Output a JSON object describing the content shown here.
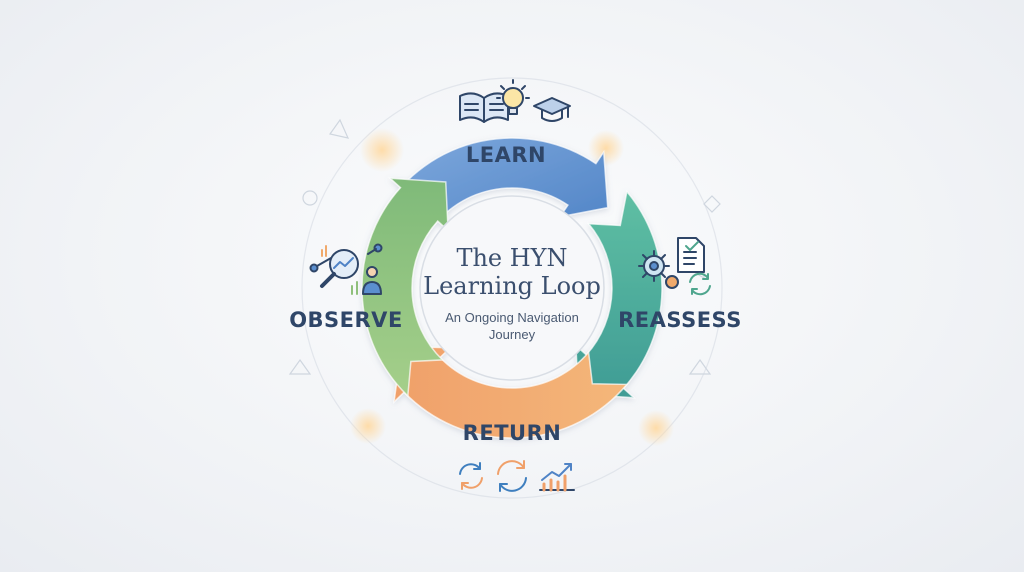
{
  "center": {
    "title_line1": "The HYN",
    "title_line2": "Learning Loop",
    "subtitle_line1": "An Ongoing Navigation",
    "subtitle_line2": "Journey"
  },
  "stages": {
    "learn": {
      "label": "LEARN",
      "color": "#5b8fcf",
      "icons": [
        "open-book-icon",
        "lightbulb-icon",
        "graduation-cap-icon"
      ]
    },
    "reassess": {
      "label": "REASSESS",
      "color": "#57b29d",
      "icons": [
        "gears-icon",
        "checklist-document-icon",
        "refresh-arrows-icon"
      ]
    },
    "return": {
      "label": "RETURN",
      "color": "#f0a96b",
      "icons": [
        "circular-arrows-icon",
        "circular-arrows-icon",
        "rising-bar-chart-icon"
      ]
    },
    "observe": {
      "label": "OBSERVE",
      "color": "#8fc07b",
      "icons": [
        "network-nodes-icon",
        "magnifying-glass-icon",
        "person-chart-icon"
      ]
    }
  },
  "colors": {
    "label_text": "#2f4668",
    "title_text": "#3b4f6e",
    "outline": "#2f4668"
  }
}
